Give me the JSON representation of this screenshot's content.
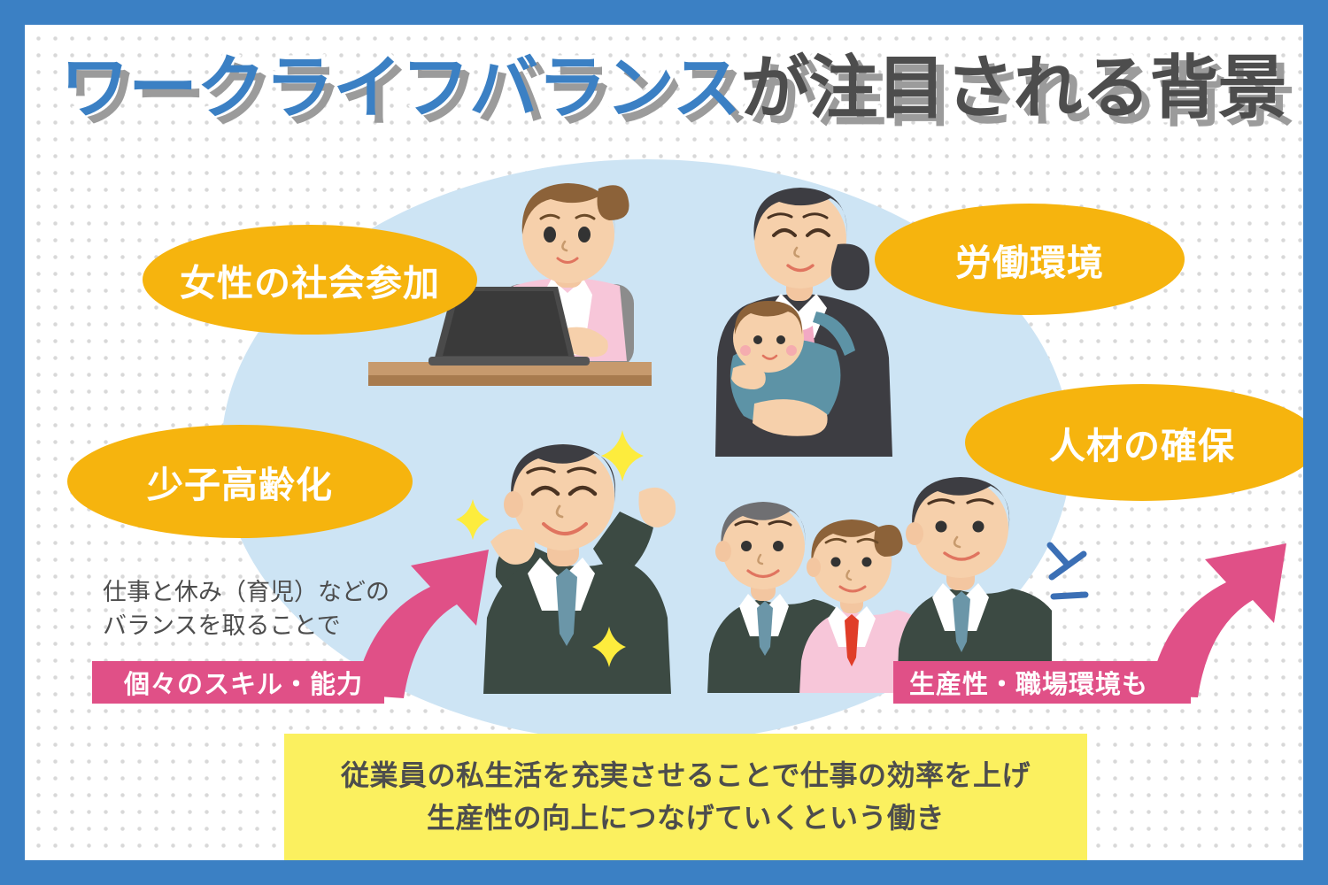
{
  "poster": {
    "border_color": "#3b80c4",
    "background_color": "#ffffff",
    "dot_color": "#d8d8d8"
  },
  "title": {
    "blue_part": "ワークライフバランス",
    "gray_part": "が注目される背景",
    "blue_color": "#3b80c4",
    "gray_color": "#4d4d4d",
    "shadow_color": "#9b9b9b"
  },
  "center": {
    "circle_color": "#cde4f4"
  },
  "ovals": [
    {
      "id": "josei",
      "label": "女性の社会参加",
      "color": "#f6b40e",
      "text_color": "#ffffff"
    },
    {
      "id": "roudou",
      "label": "労働環境",
      "color": "#f6b40e",
      "text_color": "#ffffff"
    },
    {
      "id": "shoushi",
      "label": "少子高齢化",
      "color": "#f6b40e",
      "text_color": "#ffffff"
    },
    {
      "id": "jinzai",
      "label": "人材の確保",
      "color": "#f6b40e",
      "text_color": "#ffffff"
    }
  ],
  "left_note": {
    "line1": "仕事と休み（育児）などの",
    "line2": "バランスを取ることで",
    "text_color": "#4d4d4d"
  },
  "bands": {
    "left_label": "個々のスキル・能力",
    "right_label": "生産性・職場環境も",
    "color": "#e05087",
    "text_color": "#ffffff"
  },
  "summary_box": {
    "line1": "従業員の私生活を充実させることで仕事の効率を上げ",
    "line2": "生産性の向上につなげていくという働き",
    "background": "#fbf05f",
    "text_color": "#4d4d4d"
  },
  "arrows": {
    "color": "#e05087",
    "left_name": "upward-curved-arrow-left",
    "right_name": "upward-curved-arrow-right"
  },
  "illustrations": [
    {
      "name": "woman-working-on-laptop",
      "desc": "女性がノートパソコンで仕事"
    },
    {
      "name": "mother-carrying-baby",
      "desc": "赤ちゃんを抱っこする母親"
    },
    {
      "name": "cheering-businessman",
      "desc": "両手を上げて喜ぶ男性社員"
    },
    {
      "name": "team-of-three-employees",
      "desc": "三人の社員"
    }
  ],
  "accents": {
    "sparkle_color": "#fdec3d",
    "emphasis_line_color": "#3b6fb5"
  }
}
